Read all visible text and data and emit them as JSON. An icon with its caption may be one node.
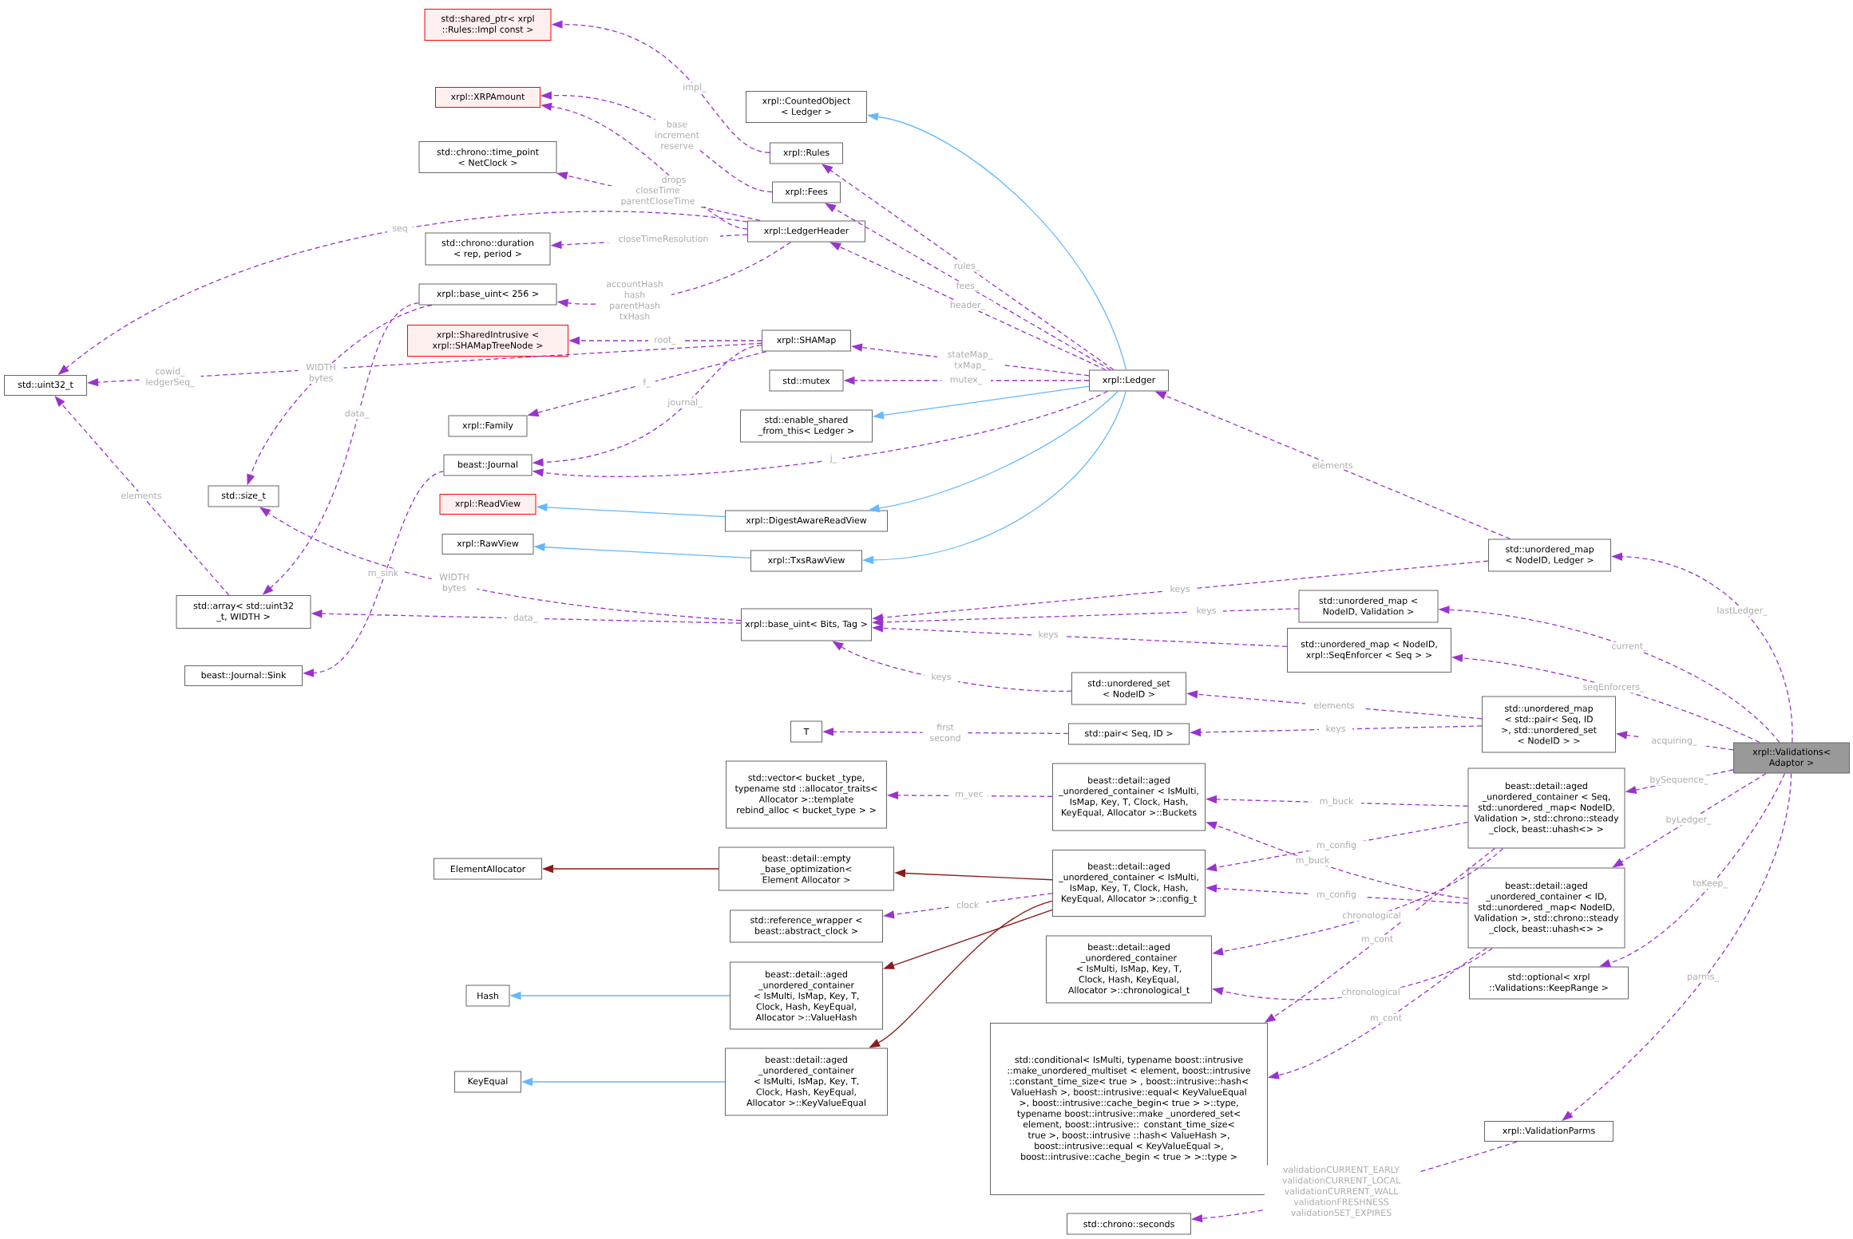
{
  "diagram": {
    "nodes": [
      {
        "text": [
          "std::shared_ptr< xrpl ::Rules::Impl const >"
        ]
      },
      {
        "text": [
          "xrpl::XRPAmount"
        ]
      },
      {
        "text": [
          "std::chrono::time_point < NetClock >"
        ]
      },
      {
        "text": [
          "xrpl::CountedObject < Ledger >"
        ]
      },
      {
        "text": [
          "xrpl::Rules"
        ]
      },
      {
        "text": [
          "xrpl::Fees"
        ]
      },
      {
        "text": [
          "xrpl::LedgerHeader"
        ]
      },
      {
        "text": [
          "std::chrono::duration < rep, period >"
        ]
      },
      {
        "text": [
          "xrpl::base_uint< 256 >"
        ]
      },
      {
        "text": [
          "xrpl::SharedIntrusive < xrpl::SHAMapTreeNode >"
        ]
      },
      {
        "text": [
          "xrpl::SHAMap"
        ]
      },
      {
        "text": [
          "std::uint32_t"
        ]
      },
      {
        "text": [
          "std::mutex"
        ]
      },
      {
        "text": [
          "xrpl::Ledger"
        ]
      },
      {
        "text": [
          "std::enable_shared _from_this< Ledger >"
        ]
      },
      {
        "text": [
          "xrpl::Family"
        ]
      },
      {
        "text": [
          "beast::Journal"
        ]
      },
      {
        "text": [
          "std::size_t"
        ]
      },
      {
        "text": [
          "xrpl::ReadView"
        ]
      },
      {
        "text": [
          "xrpl::DigestAwareReadView"
        ]
      },
      {
        "text": [
          "xrpl::RawView"
        ]
      },
      {
        "text": [
          "xrpl::TxsRawView"
        ]
      },
      {
        "text": [
          "std::unordered_map < NodeID, Ledger >"
        ]
      },
      {
        "text": [
          "std::unordered_map < NodeID, Validation >"
        ]
      },
      {
        "text": [
          "std::array< std::uint32 _t, WIDTH >"
        ]
      },
      {
        "text": [
          "xrpl::base_uint< Bits, Tag >"
        ]
      },
      {
        "text": [
          "std::unordered_map < NodeID, xrpl::SeqEnforcer < Seq > >"
        ]
      },
      {
        "text": [
          "beast::Journal::Sink"
        ]
      },
      {
        "text": [
          "std::unordered_set < NodeID >"
        ]
      },
      {
        "text": [
          "std::unordered_map < std::pair< Seq, ID >, std::unordered_set < NodeID > >"
        ]
      },
      {
        "text": [
          "T"
        ]
      },
      {
        "text": [
          "std::pair< Seq, ID >"
        ]
      },
      {
        "text": [
          "xrpl::Validations< Adaptor >"
        ]
      },
      {
        "text": [
          "std::vector< bucket _type, typename std ::allocator_traits< Allocator >::template rebind_alloc < bucket_type > >"
        ]
      },
      {
        "text": [
          "beast::detail::aged _unordered_container < IsMulti, IsMap, Key, T, Clock, Hash, KeyEqual, Allocator >::Buckets"
        ]
      },
      {
        "text": [
          "beast::detail::aged _unordered_container < Seq, std::unordered _map< NodeID, Validation >, std::chrono::steady _clock, beast::uhash<> >"
        ]
      },
      {
        "text": [
          "ElementAllocator"
        ]
      },
      {
        "text": [
          "beast::detail::empty _base_optimization< Element Allocator >"
        ]
      },
      {
        "text": [
          "beast::detail::aged _unordered_container < IsMulti, IsMap, Key, T, Clock, Hash, KeyEqual, Allocator >::config_t"
        ]
      },
      {
        "text": [
          "beast::detail::aged _unordered_container < ID, std::unordered _map< NodeID, Validation >, std::chrono::steady _clock, beast::uhash<> >"
        ]
      },
      {
        "text": [
          "std::reference_wrapper < beast::abstract_clock >"
        ]
      },
      {
        "text": [
          "beast::detail::aged _unordered_container < IsMulti, IsMap, Key, T, Clock, Hash, KeyEqual, Allocator >::chronological_t"
        ]
      },
      {
        "text": [
          "std::optional< xrpl ::Validations::KeepRange >"
        ]
      },
      {
        "text": [
          "Hash"
        ]
      },
      {
        "text": [
          "beast::detail::aged _unordered_container < IsMulti, IsMap, Key, T, Clock, Hash, KeyEqual, Allocator >::ValueHash"
        ]
      },
      {
        "text": [
          "KeyEqual"
        ]
      },
      {
        "text": [
          "beast::detail::aged _unordered_container < IsMulti, IsMap, Key, T, Clock, Hash, KeyEqual, Allocator >::KeyValueEqual"
        ]
      },
      {
        "text": [
          "std::conditional< IsMulti, typename boost::intrusive ::make_unordered_multiset < element, boost::intrusive ::constant_time_size< true > , boost::intrusive::hash< ValueHash >, boost::intrusive::equal< KeyValueEqual >, boost::intrusive::cache_begin< true > >::type, typename boost::intrusive::make _unordered_set< element, boost::intrusive:: constant_time_size< true >, boost::intrusive ::hash< ValueHash >, boost::intrusive::equal < KeyValueEqual >, boost::intrusive::cache_begin < true > >::type >"
        ]
      },
      {
        "text": [
          "xrpl::ValidationParms"
        ]
      },
      {
        "text": [
          "std::chrono::seconds"
        ]
      }
    ],
    "edges": [
      {
        "from": 4,
        "to": 0,
        "arrow": "to",
        "label": "impl_",
        "style": "dashed"
      },
      {
        "from": 5,
        "to": 1,
        "arrow": "to",
        "label": "base increment reserve",
        "style": "dashed"
      },
      {
        "from": 6,
        "to": 1,
        "arrow": "to",
        "label": "drops",
        "style": "dashed"
      },
      {
        "from": 6,
        "to": 2,
        "arrow": "to",
        "label": "closeTime parentCloseTime",
        "style": "dashed"
      },
      {
        "from": 6,
        "to": 11,
        "arrow": "to",
        "label": "seq",
        "style": "dashed"
      },
      {
        "from": 6,
        "to": 7,
        "arrow": "to",
        "label": "closeTimeResolution",
        "style": "dashed"
      },
      {
        "from": 6,
        "to": 8,
        "arrow": "to",
        "label": "accountHash hash parentHash txHash",
        "style": "dashed"
      },
      {
        "from": 13,
        "to": 3,
        "arrow": "to",
        "color": "#63b8ff"
      },
      {
        "from": 13,
        "to": 4,
        "arrow": "to",
        "label": "rules_",
        "style": "dashed"
      },
      {
        "from": 13,
        "to": 5,
        "arrow": "to",
        "label": "fees_",
        "style": "dashed"
      },
      {
        "from": 13,
        "to": 6,
        "arrow": "to",
        "label": "header_",
        "style": "dashed"
      },
      {
        "from": 13,
        "to": 10,
        "arrow": "to",
        "label": "stateMap_ txMap_",
        "style": "dashed"
      },
      {
        "from": 13,
        "to": 12,
        "arrow": "to",
        "label": "mutex_",
        "style": "dashed"
      },
      {
        "from": 13,
        "to": 14,
        "arrow": "to",
        "color": "#63b8ff"
      },
      {
        "from": 13,
        "to": 16,
        "arrow": "to",
        "label": "j_",
        "style": "dashed"
      },
      {
        "from": 13,
        "to": 19,
        "arrow": "to",
        "color": "#63b8ff"
      },
      {
        "from": 13,
        "to": 21,
        "arrow": "to",
        "color": "#63b8ff"
      },
      {
        "from": 19,
        "to": 18,
        "arrow": "to",
        "color": "#63b8ff"
      },
      {
        "from": 21,
        "to": 20,
        "arrow": "to",
        "color": "#63b8ff"
      },
      {
        "from": 10,
        "to": 9,
        "arrow": "to",
        "label": "root_",
        "style": "dashed"
      },
      {
        "from": 10,
        "to": 11,
        "arrow": "to",
        "label": "cowid_ ledgerSeq_",
        "style": "dashed"
      },
      {
        "from": 10,
        "to": 15,
        "arrow": "to",
        "label": "f_",
        "style": "dashed"
      },
      {
        "from": 10,
        "to": 16,
        "arrow": "to",
        "label": "journal_",
        "style": "dashed"
      },
      {
        "from": 16,
        "to": 27,
        "arrow": "to",
        "label": "m_sink",
        "style": "dashed"
      },
      {
        "from": 8,
        "to": 17,
        "arrow": "to",
        "label": "WIDTH bytes",
        "style": "dashed"
      },
      {
        "from": 8,
        "to": 24,
        "arrow": "to",
        "label": "data_",
        "style": "dashed"
      },
      {
        "from": 24,
        "to": 11,
        "arrow": "to",
        "label": "elements",
        "style": "dashed"
      },
      {
        "from": 25,
        "to": 17,
        "arrow": "to",
        "label": "WIDTH bytes",
        "style": "dashed"
      },
      {
        "from": 25,
        "to": 24,
        "arrow": "to",
        "label": "data_",
        "style": "dashed"
      },
      {
        "from": 22,
        "to": 13,
        "arrow": "to",
        "label": "elements",
        "style": "dashed"
      },
      {
        "from": 22,
        "to": 25,
        "arrow": "to",
        "label": "keys",
        "style": "dashed"
      },
      {
        "from": 23,
        "to": 25,
        "arrow": "to",
        "label": "keys",
        "style": "dashed"
      },
      {
        "from": 26,
        "to": 25,
        "arrow": "to",
        "label": "keys",
        "style": "dashed"
      },
      {
        "from": 28,
        "to": 25,
        "arrow": "to",
        "label": "keys",
        "style": "dashed"
      },
      {
        "from": 29,
        "to": 28,
        "arrow": "to",
        "label": "elements",
        "style": "dashed"
      },
      {
        "from": 29,
        "to": 31,
        "arrow": "to",
        "label": "keys",
        "style": "dashed"
      },
      {
        "from": 31,
        "to": 30,
        "arrow": "to",
        "label": "first second",
        "style": "dashed"
      },
      {
        "from": 34,
        "to": 33,
        "arrow": "to",
        "label": "m_vec",
        "style": "dashed"
      },
      {
        "from": 38,
        "to": 37,
        "arrow": "to",
        "color": "#8b1a1a"
      },
      {
        "from": 37,
        "to": 36,
        "arrow": "to",
        "color": "#8b1a1a"
      },
      {
        "from": 38,
        "to": 40,
        "arrow": "to",
        "label": "clock",
        "style": "dashed"
      },
      {
        "from": 38,
        "to": 44,
        "arrow": "to",
        "color": "#8b1a1a"
      },
      {
        "from": 38,
        "to": 46,
        "arrow": "to",
        "color": "#8b1a1a"
      },
      {
        "from": 44,
        "to": 43,
        "arrow": "to",
        "color": "#63b8ff"
      },
      {
        "from": 46,
        "to": 45,
        "arrow": "to",
        "color": "#63b8ff"
      },
      {
        "from": 35,
        "to": 34,
        "arrow": "to",
        "label": "m_buck",
        "style": "dashed"
      },
      {
        "from": 35,
        "to": 38,
        "arrow": "to",
        "label": "m_config",
        "style": "dashed"
      },
      {
        "from": 35,
        "to": 41,
        "arrow": "to",
        "label": "chronological",
        "style": "dashed"
      },
      {
        "from": 35,
        "to": 47,
        "arrow": "to",
        "label": "m_cont",
        "style": "dashed"
      },
      {
        "from": 39,
        "to": 34,
        "arrow": "to",
        "label": "m_buck",
        "style": "dashed"
      },
      {
        "from": 39,
        "to": 38,
        "arrow": "to",
        "label": "m_config",
        "style": "dashed"
      },
      {
        "from": 39,
        "to": 41,
        "arrow": "to",
        "label": "chronological",
        "style": "dashed"
      },
      {
        "from": 39,
        "to": 47,
        "arrow": "to",
        "label": "m_cont",
        "style": "dashed"
      },
      {
        "from": 32,
        "to": 22,
        "arrow": "to",
        "label": "lastLedger_",
        "style": "dashed"
      },
      {
        "from": 32,
        "to": 23,
        "arrow": "to",
        "label": "current_",
        "style": "dashed"
      },
      {
        "from": 32,
        "to": 26,
        "arrow": "to",
        "label": "seqEnforcers_",
        "style": "dashed"
      },
      {
        "from": 32,
        "to": 29,
        "arrow": "to",
        "label": "acquiring_",
        "style": "dashed"
      },
      {
        "from": 32,
        "to": 35,
        "arrow": "to",
        "label": "bySequence_",
        "style": "dashed"
      },
      {
        "from": 32,
        "to": 39,
        "arrow": "to",
        "label": "byLedger_",
        "style": "dashed"
      },
      {
        "from": 32,
        "to": 42,
        "arrow": "to",
        "label": "toKeep_",
        "style": "dashed"
      },
      {
        "from": 32,
        "to": 48,
        "arrow": "to",
        "label": "parms_",
        "style": "dashed"
      },
      {
        "from": 48,
        "to": 49,
        "arrow": "to",
        "label": "validationCURRENT_EARLY validationCURRENT_LOCAL validationCURRENT_WALL validationFRESHNESS validationSET_EXPIRES",
        "style": "dashed"
      }
    ]
  }
}
